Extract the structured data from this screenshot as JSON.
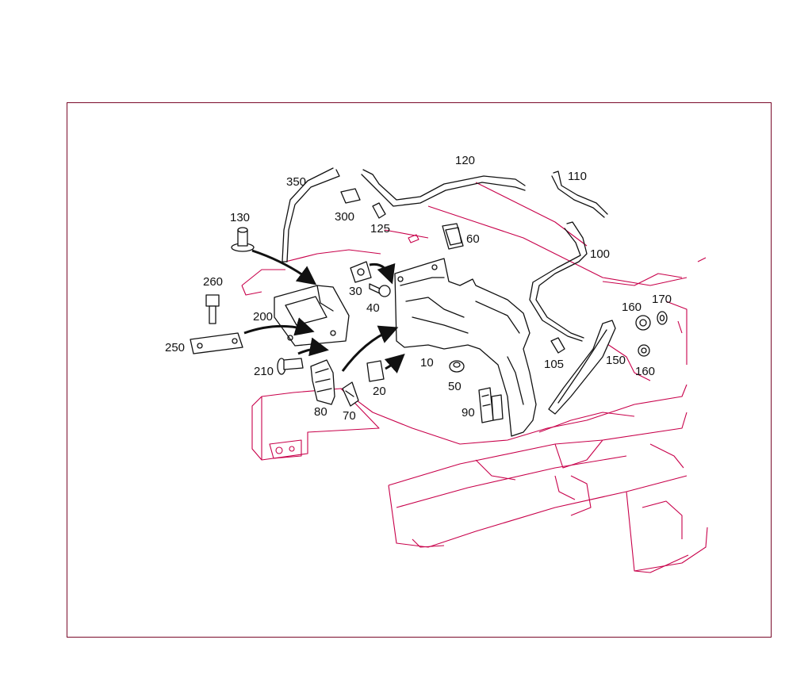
{
  "colors": {
    "frame": "#7a0a2a",
    "body_lines": "#c8004a",
    "part_lines": "#111111",
    "labels": "#111111"
  },
  "callouts": {
    "p10": "10",
    "p20": "20",
    "p30": "30",
    "p40": "40",
    "p50": "50",
    "p60": "60",
    "p70": "70",
    "p80": "80",
    "p90": "90",
    "p100": "100",
    "p105": "105",
    "p110": "110",
    "p120": "120",
    "p125": "125",
    "p130": "130",
    "p150": "150",
    "p160a": "160",
    "p160b": "160",
    "p170": "170",
    "p200": "200",
    "p210": "210",
    "p250": "250",
    "p260": "260",
    "p300": "300",
    "p350": "350"
  }
}
